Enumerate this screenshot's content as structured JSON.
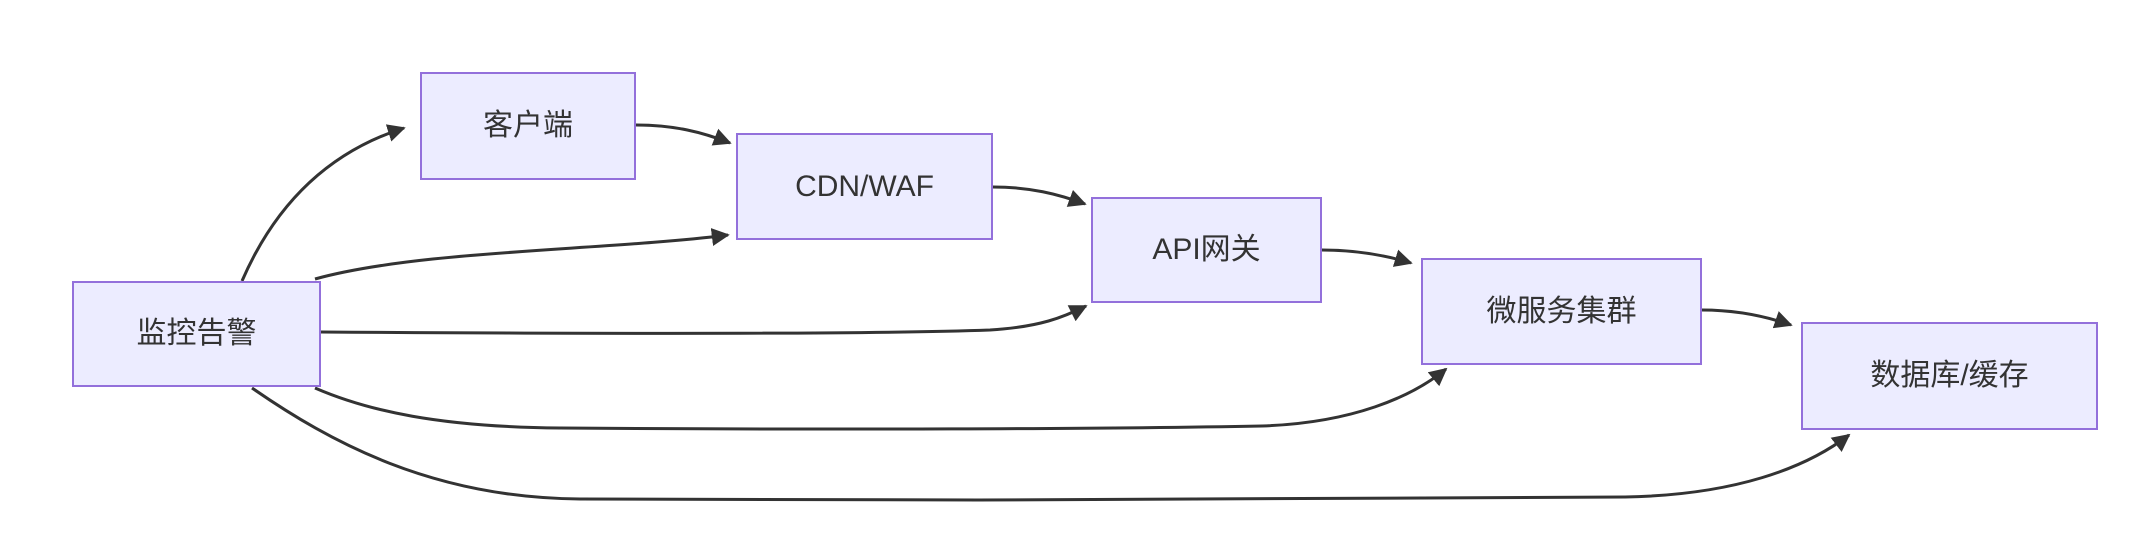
{
  "diagram": {
    "type": "flowchart-LR",
    "colors": {
      "background": "#ffffff",
      "node_fill": "#ECECFF",
      "node_border": "#9370DB",
      "edge_stroke": "#333333",
      "text": "#333333"
    },
    "nodes": [
      {
        "id": "monitoring",
        "label": "监控告警"
      },
      {
        "id": "client",
        "label": "客户端"
      },
      {
        "id": "cdn",
        "label": "CDN/WAF"
      },
      {
        "id": "api",
        "label": "API网关"
      },
      {
        "id": "micro",
        "label": "微服务集群"
      },
      {
        "id": "db",
        "label": "数据库/缓存"
      }
    ],
    "edges": [
      {
        "from": "监控告警",
        "to": "客户端"
      },
      {
        "from": "客户端",
        "to": "CDN/WAF"
      },
      {
        "from": "监控告警",
        "to": "CDN/WAF"
      },
      {
        "from": "CDN/WAF",
        "to": "API网关"
      },
      {
        "from": "监控告警",
        "to": "API网关"
      },
      {
        "from": "API网关",
        "to": "微服务集群"
      },
      {
        "from": "监控告警",
        "to": "微服务集群"
      },
      {
        "from": "微服务集群",
        "to": "数据库/缓存"
      },
      {
        "from": "监控告警",
        "to": "数据库/缓存"
      }
    ]
  }
}
